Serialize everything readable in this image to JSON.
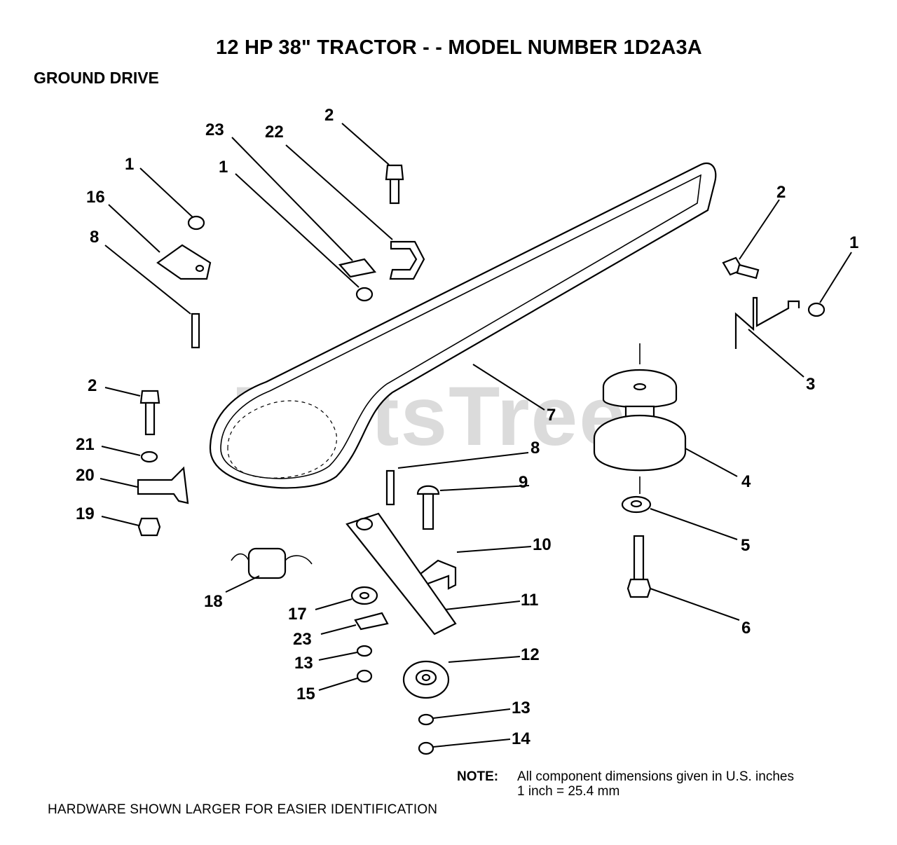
{
  "title": "12 HP 38\" TRACTOR - - MODEL NUMBER 1D2A3A",
  "section": "GROUND DRIVE",
  "watermark": "PartsTree",
  "note": {
    "label": "NOTE:",
    "line1": "All component dimensions given in U.S. inches",
    "line2": "1 inch = 25.4 mm"
  },
  "footer": "HARDWARE SHOWN LARGER FOR EASIER IDENTIFICATION",
  "callouts": [
    {
      "id": "c-2a",
      "text": "2"
    },
    {
      "id": "c-23a",
      "text": "23"
    },
    {
      "id": "c-22",
      "text": "22"
    },
    {
      "id": "c-1a",
      "text": "1"
    },
    {
      "id": "c-1b",
      "text": "1"
    },
    {
      "id": "c-16",
      "text": "16"
    },
    {
      "id": "c-8a",
      "text": "8"
    },
    {
      "id": "c-2b",
      "text": "2"
    },
    {
      "id": "c-1c",
      "text": "1"
    },
    {
      "id": "c-3",
      "text": "3"
    },
    {
      "id": "c-7",
      "text": "7"
    },
    {
      "id": "c-2c",
      "text": "2"
    },
    {
      "id": "c-21",
      "text": "21"
    },
    {
      "id": "c-20",
      "text": "20"
    },
    {
      "id": "c-19",
      "text": "19"
    },
    {
      "id": "c-8b",
      "text": "8"
    },
    {
      "id": "c-9",
      "text": "9"
    },
    {
      "id": "c-4",
      "text": "4"
    },
    {
      "id": "c-5",
      "text": "5"
    },
    {
      "id": "c-10",
      "text": "10"
    },
    {
      "id": "c-18",
      "text": "18"
    },
    {
      "id": "c-11",
      "text": "11"
    },
    {
      "id": "c-6",
      "text": "6"
    },
    {
      "id": "c-17",
      "text": "17"
    },
    {
      "id": "c-23b",
      "text": "23"
    },
    {
      "id": "c-12",
      "text": "12"
    },
    {
      "id": "c-13a",
      "text": "13"
    },
    {
      "id": "c-15",
      "text": "15"
    },
    {
      "id": "c-13b",
      "text": "13"
    },
    {
      "id": "c-14",
      "text": "14"
    }
  ]
}
